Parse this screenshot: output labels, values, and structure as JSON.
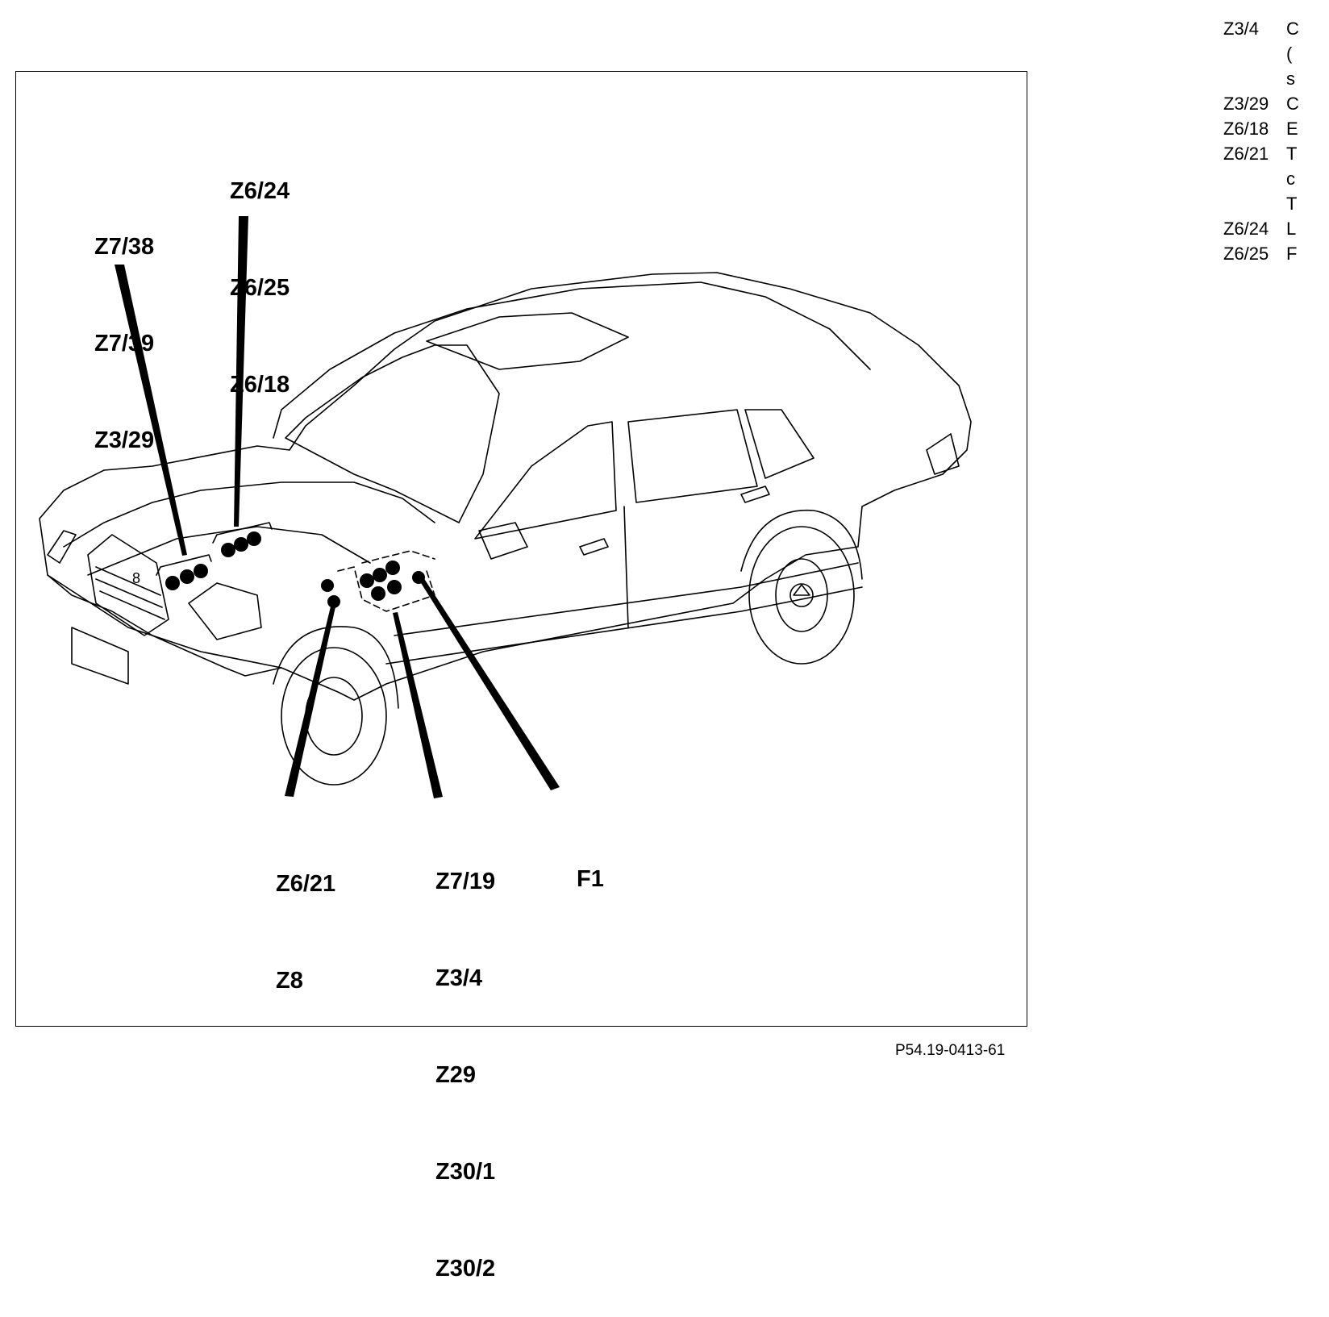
{
  "callouts": {
    "group_top_center": [
      "Z6/24",
      "Z6/25",
      "Z6/18"
    ],
    "group_top_left": [
      "Z7/38",
      "Z7/39",
      "Z3/29"
    ],
    "group_bottom_left": [
      "Z6/21",
      "Z8"
    ],
    "group_bottom_center": [
      "Z7/19",
      "Z3/4",
      "Z29",
      "Z30/1",
      "Z30/2"
    ],
    "group_bottom_right": [
      "F1"
    ]
  },
  "badge_number": "8",
  "figure_code": "P54.19-0413-61",
  "legend": [
    {
      "code": "Z3/4",
      "desc": "C"
    },
    {
      "code": "",
      "desc": "("
    },
    {
      "code": "",
      "desc": "s"
    },
    {
      "code": "Z3/29",
      "desc": "C"
    },
    {
      "code": "Z6/18",
      "desc": "E"
    },
    {
      "code": "Z6/21",
      "desc": "T"
    },
    {
      "code": "",
      "desc": "c"
    },
    {
      "code": "",
      "desc": "T"
    },
    {
      "code": "Z6/24",
      "desc": "L"
    },
    {
      "code": "Z6/25",
      "desc": "F"
    }
  ]
}
